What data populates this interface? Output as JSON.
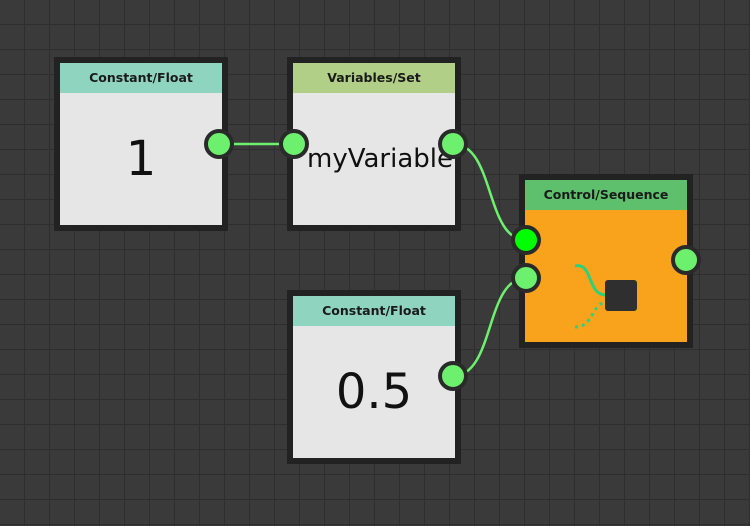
{
  "nodes": {
    "float1": {
      "title": "Constant/Float",
      "value": "1"
    },
    "set": {
      "title": "Variables/Set",
      "value": "myVariable"
    },
    "float2": {
      "title": "Constant/Float",
      "value": "0.5"
    },
    "sequence": {
      "title": "Control/Sequence",
      "icon": "sequence-icon"
    }
  },
  "colors": {
    "background": "#3a3a3a",
    "grid": "#2e2e2e",
    "node_frame": "#222222",
    "node_body": "#e6e6e6",
    "constant_title": "#8fd4be",
    "variable_title": "#b1cf87",
    "control_title": "#5ebf6d",
    "control_body": "#f9a31c",
    "port": "#6df06d",
    "wire": "#6df06d"
  }
}
